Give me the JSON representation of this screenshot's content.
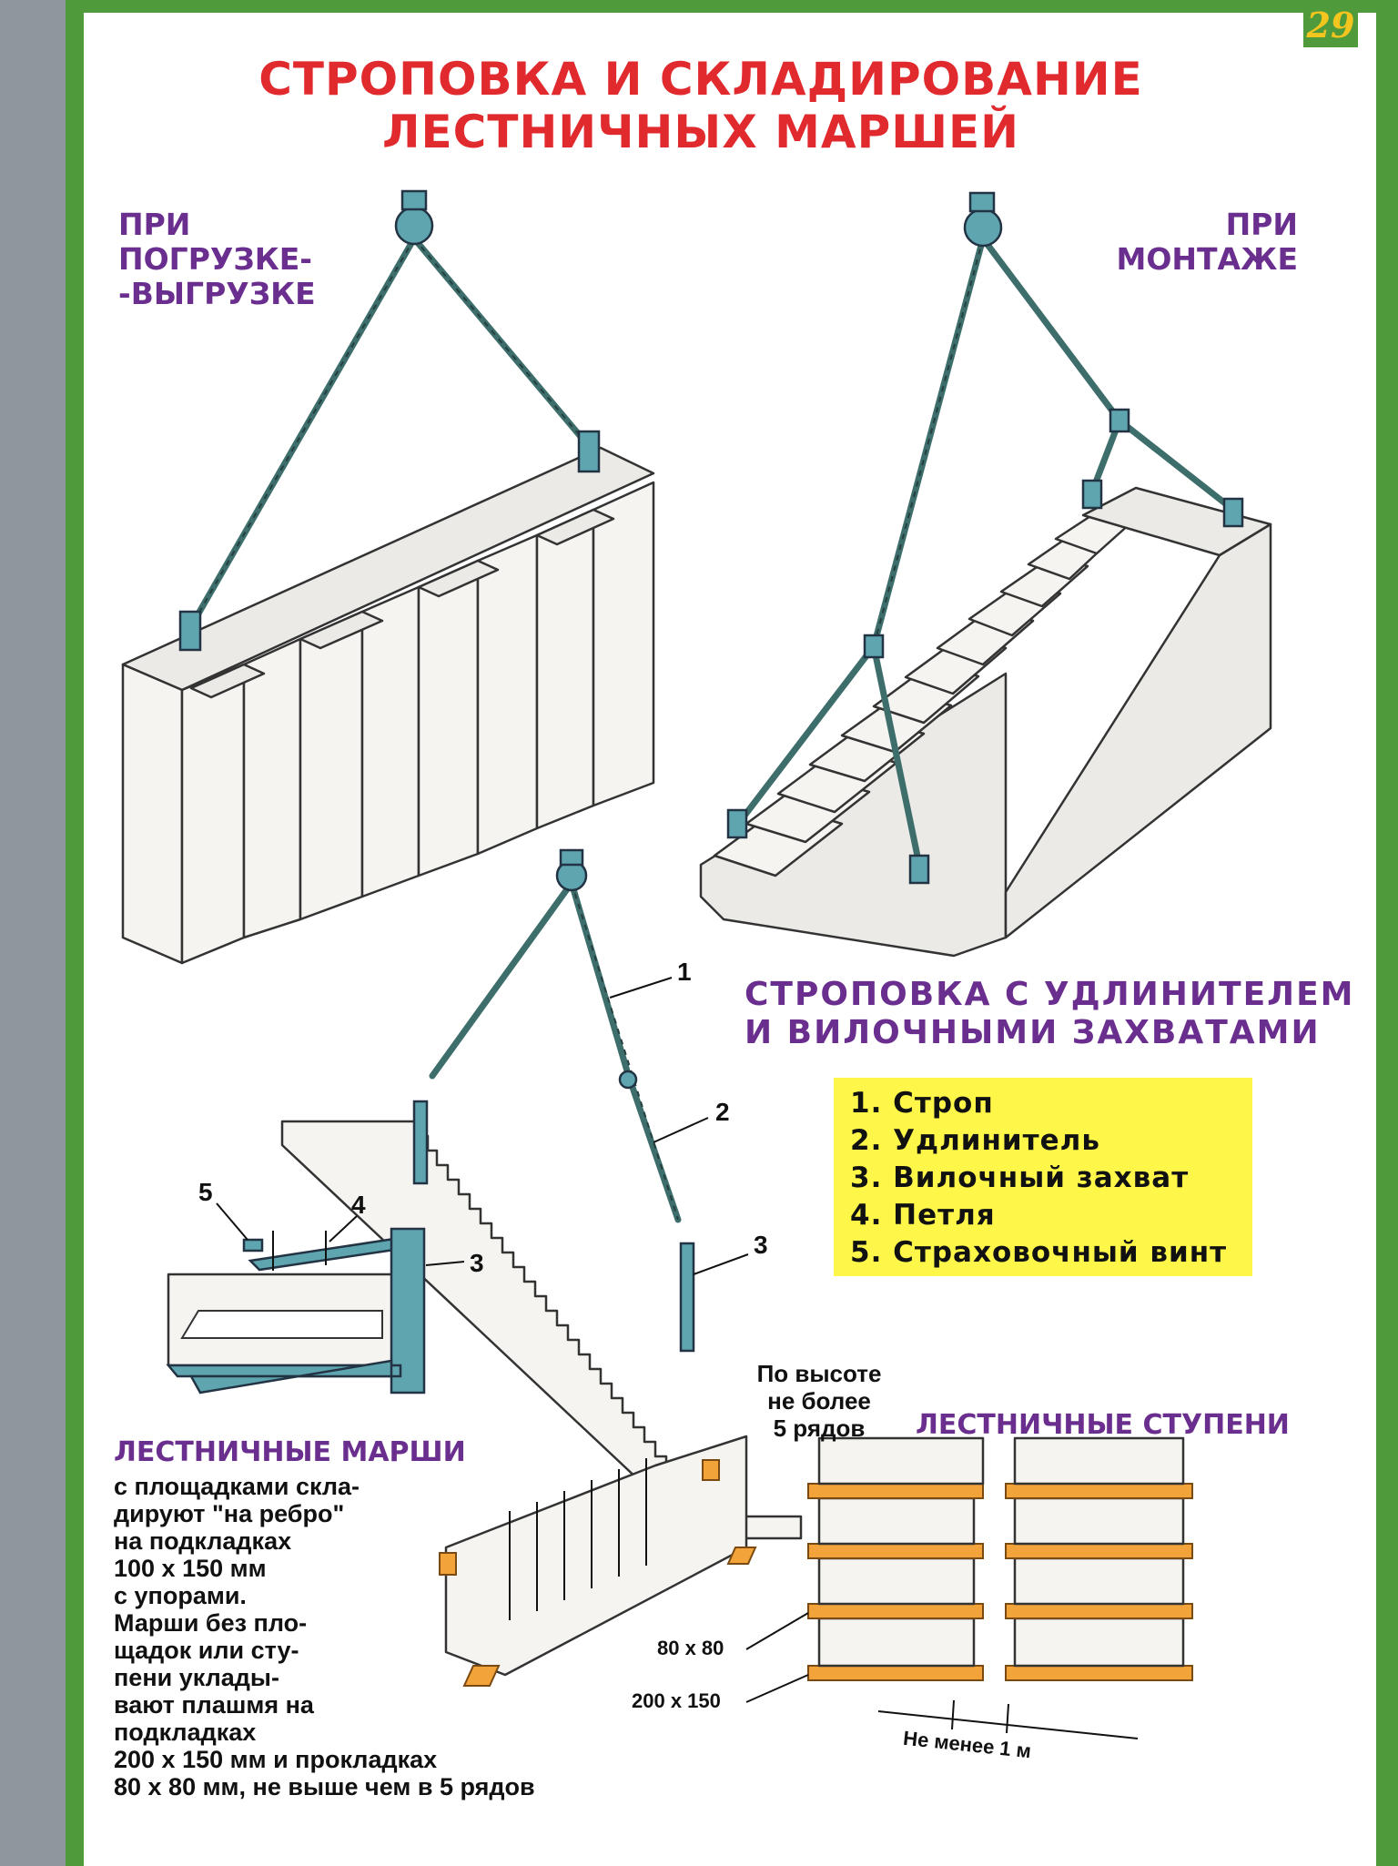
{
  "page_number": "29",
  "title": {
    "line1": "СТРОПОВКА И СКЛАДИРОВАНИЕ",
    "line2": "ЛЕСТНИЧНЫХ МАРШЕЙ"
  },
  "loading_caption": {
    "line1": "ПРИ",
    "line2": "ПОГРУЗКЕ-",
    "line3": "-ВЫГРУЗКЕ"
  },
  "mounting_caption": {
    "line1": "ПРИ",
    "line2": "МОНТАЖЕ"
  },
  "extender_section": {
    "title_line1": "СТРОПОВКА С УДЛИНИТЕЛЕМ",
    "title_line2": "И ВИЛОЧНЫМИ ЗАХВАТАМИ",
    "legend": [
      "1. Строп",
      "2. Удлинитель",
      "3. Вилочный захват",
      "4. Петля",
      "5. Страховочный винт"
    ],
    "callouts": {
      "sling": "1",
      "extender": "2",
      "fork_grip_right": "3",
      "fork_grip_left": "3",
      "loop": "4",
      "safety_screw": "5"
    }
  },
  "storage": {
    "marches_heading": "ЛЕСТНИЧНЫЕ МАРШИ",
    "marches_text": [
      "с площадками скла-",
      "дируют \"на ребро\"",
      "на подкладках",
      "100 х 150  мм",
      "с упорами.",
      "Марши без пло-",
      "щадок или сту-",
      "пени уклады-",
      "вают плашмя на",
      "подкладках",
      "200 х 150  мм и прокладках",
      "80 х 80  мм, не выше чем в 5 рядов"
    ],
    "height_note": [
      "По высоте",
      "не более",
      "5 рядов"
    ],
    "steps_heading": "ЛЕСТНИЧНЫЕ СТУПЕНИ",
    "spacer_label": "80 х 80",
    "pad_label": "200 х 150",
    "gap_label": "Не менее 1 м"
  },
  "colors": {
    "frame_green": "#4f9a3a",
    "title_red": "#e02a2e",
    "caption_purple": "#6a2e8e",
    "legend_yellow": "#fef74a",
    "rigging_teal": "#5fa5b0",
    "timber_orange": "#f2a33a"
  }
}
